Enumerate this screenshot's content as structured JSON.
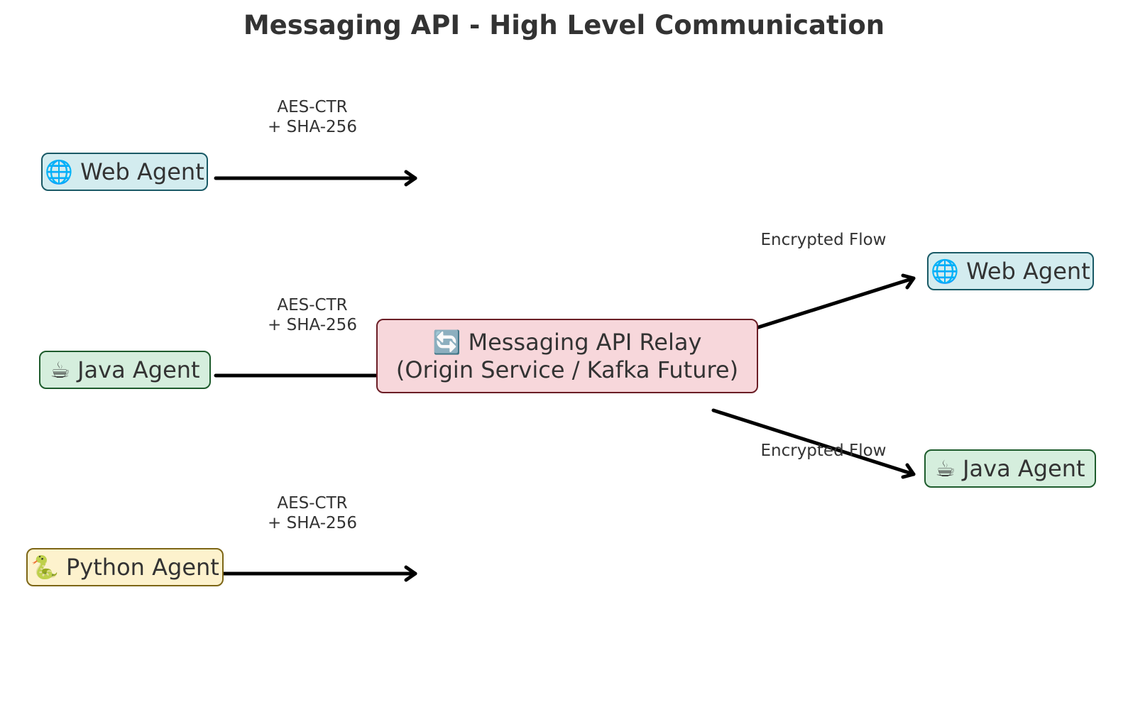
{
  "title": "Messaging API - High Level Communication",
  "relay": {
    "icon": "🔄",
    "icon_name": "relay-icon",
    "line1": "Messaging API Relay",
    "line2": "(Origin Service / Kafka Future)",
    "color": "#f7d7db",
    "border": "#6b1e26"
  },
  "sources": [
    {
      "icon": "🌐",
      "icon_name": "globe-icon",
      "label": "Web Agent",
      "color": "#d3ecef",
      "border": "#1a5a66"
    },
    {
      "icon": "☕",
      "icon_name": "coffee-icon",
      "label": "Java Agent",
      "color": "#d5eedd",
      "border": "#1e5c2d"
    },
    {
      "icon": "🐍",
      "icon_name": "snake-icon",
      "label": "Python Agent",
      "color": "#fdf2cd",
      "border": "#7d6616"
    }
  ],
  "targets": [
    {
      "icon": "🌐",
      "icon_name": "globe-icon",
      "label": "Web Agent",
      "color": "#d3ecef",
      "border": "#1a5a66"
    },
    {
      "icon": "☕",
      "icon_name": "coffee-icon",
      "label": "Java Agent",
      "color": "#d5eedd",
      "border": "#1e5c2d"
    }
  ],
  "inbound_labels": [
    {
      "line1": "AES-CTR",
      "line2": "+ SHA-256"
    },
    {
      "line1": "AES-CTR",
      "line2": "+ SHA-256"
    },
    {
      "line1": "AES-CTR",
      "line2": "+ SHA-256"
    }
  ],
  "outbound_labels": [
    {
      "text": "Encrypted Flow"
    },
    {
      "text": "Encrypted Flow"
    }
  ]
}
